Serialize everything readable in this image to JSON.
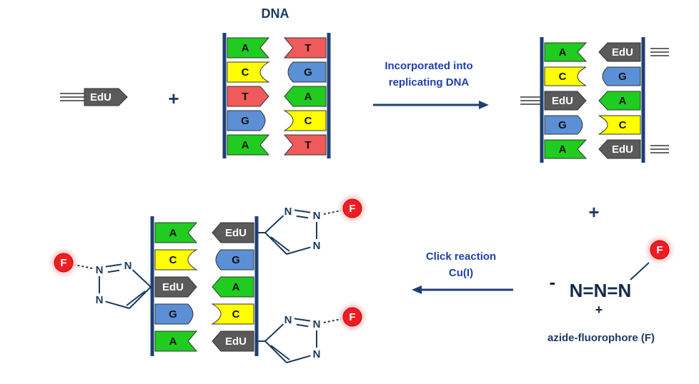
{
  "labels": {
    "dna_title": "DNA",
    "edu": "EdU",
    "plus": "+",
    "step1_line1": "Incorporated into",
    "step1_line2": "replicating DNA",
    "step2_line1": "Click reaction",
    "step2_line2": "Cu(I)",
    "azide_formula": "N=N=N",
    "azide_minus": "-",
    "azide_plus": "+",
    "azide_label": "azide-fluorophore (F)",
    "fluorophore": "F",
    "nitrogen": "N"
  },
  "dna_original": {
    "left": [
      "A",
      "C",
      "T",
      "G",
      "A"
    ],
    "right": [
      "T",
      "G",
      "A",
      "C",
      "T"
    ]
  },
  "dna_labeled": {
    "left": [
      "A",
      "C",
      "EdU",
      "G",
      "A"
    ],
    "right": [
      "EdU",
      "G",
      "A",
      "C",
      "EdU"
    ]
  },
  "colors": {
    "A": "#1fcc1f",
    "T": "#f05a5a",
    "C": "#ffff00",
    "G": "#5b8fd6",
    "EdU": "#5a5a5a",
    "backbone": "#1f3f73",
    "arrow": "#1f3f73",
    "fluor_fill": "#ee1d23",
    "fluor_glow": "#ff8a8a"
  }
}
